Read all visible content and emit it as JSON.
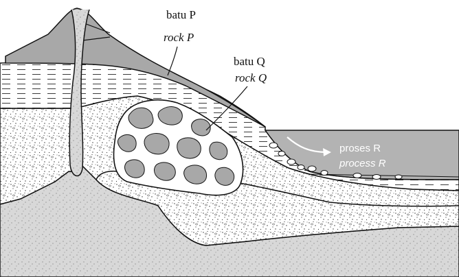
{
  "labels": {
    "rock_p_malay": "batu P",
    "rock_p_english": "rock P",
    "rock_q_malay": "batu Q",
    "rock_q_english": "rock Q",
    "process_r_malay": "proses R",
    "process_r_english": "process R"
  },
  "colors": {
    "volcanic_rock": "#a8a8a8",
    "sea_water": "#b3b3b3",
    "bedrock": "#d8d8d8",
    "outline": "#111111"
  }
}
